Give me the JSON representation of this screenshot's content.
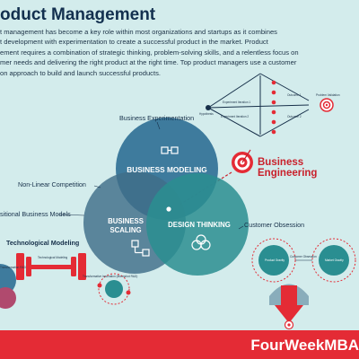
{
  "header": {
    "title": "oduct Management",
    "intro_lines": [
      "t management has become a key role within most organizations and startups as it combines",
      "t development with experimentation to create a successful product in the market. Product",
      "ement requires a combination of strategic thinking, problem-solving skills, and a relentless focus on",
      "mer needs and delivering the right product at the right time. Top product managers use a customer",
      "on approach to build and launch successful products."
    ]
  },
  "labels": {
    "business_experimentation": "Business Experimentation",
    "non_linear_competition": "Non-Linear Competition",
    "positional_business_models": "sitional Business Models",
    "technological_modeling": "Technological Modeling",
    "customer_obsession": "Customer Obsession"
  },
  "venn": {
    "top": "BUSINESS MODELING",
    "left_line1": "BUSINESS",
    "left_line2": "SCALING",
    "right": "DESIGN THINKING",
    "colors": {
      "top": "#2d6f95",
      "left": "#3f6e89",
      "right": "#2a8e91"
    }
  },
  "business_engineering": {
    "line1": "Business",
    "line2": "Engineering",
    "color": "#c9202b"
  },
  "small_labels": {
    "hypothesis": "Hypothesis",
    "experiment_iteration_1": "Experiment Iteration 1",
    "experiment_iteration_2": "Experiment Iteration 2",
    "outcome_1": "Outcome 1",
    "outcome_2": "Outcome 2",
    "problem_validation": "Problem Validation",
    "tech_modeling": "Technological Modeling",
    "transformation_rd": "Transformation R&D",
    "transformative_innovation": "Transformative Innovation (Moonshot R&D)",
    "product_gravity": "Product Gravity",
    "market_gravity": "Market Gravity",
    "customer_obsession_small": "Customer Obsession"
  },
  "footer": {
    "brand": "FourWeekMBA",
    "color": "#e42b35"
  }
}
